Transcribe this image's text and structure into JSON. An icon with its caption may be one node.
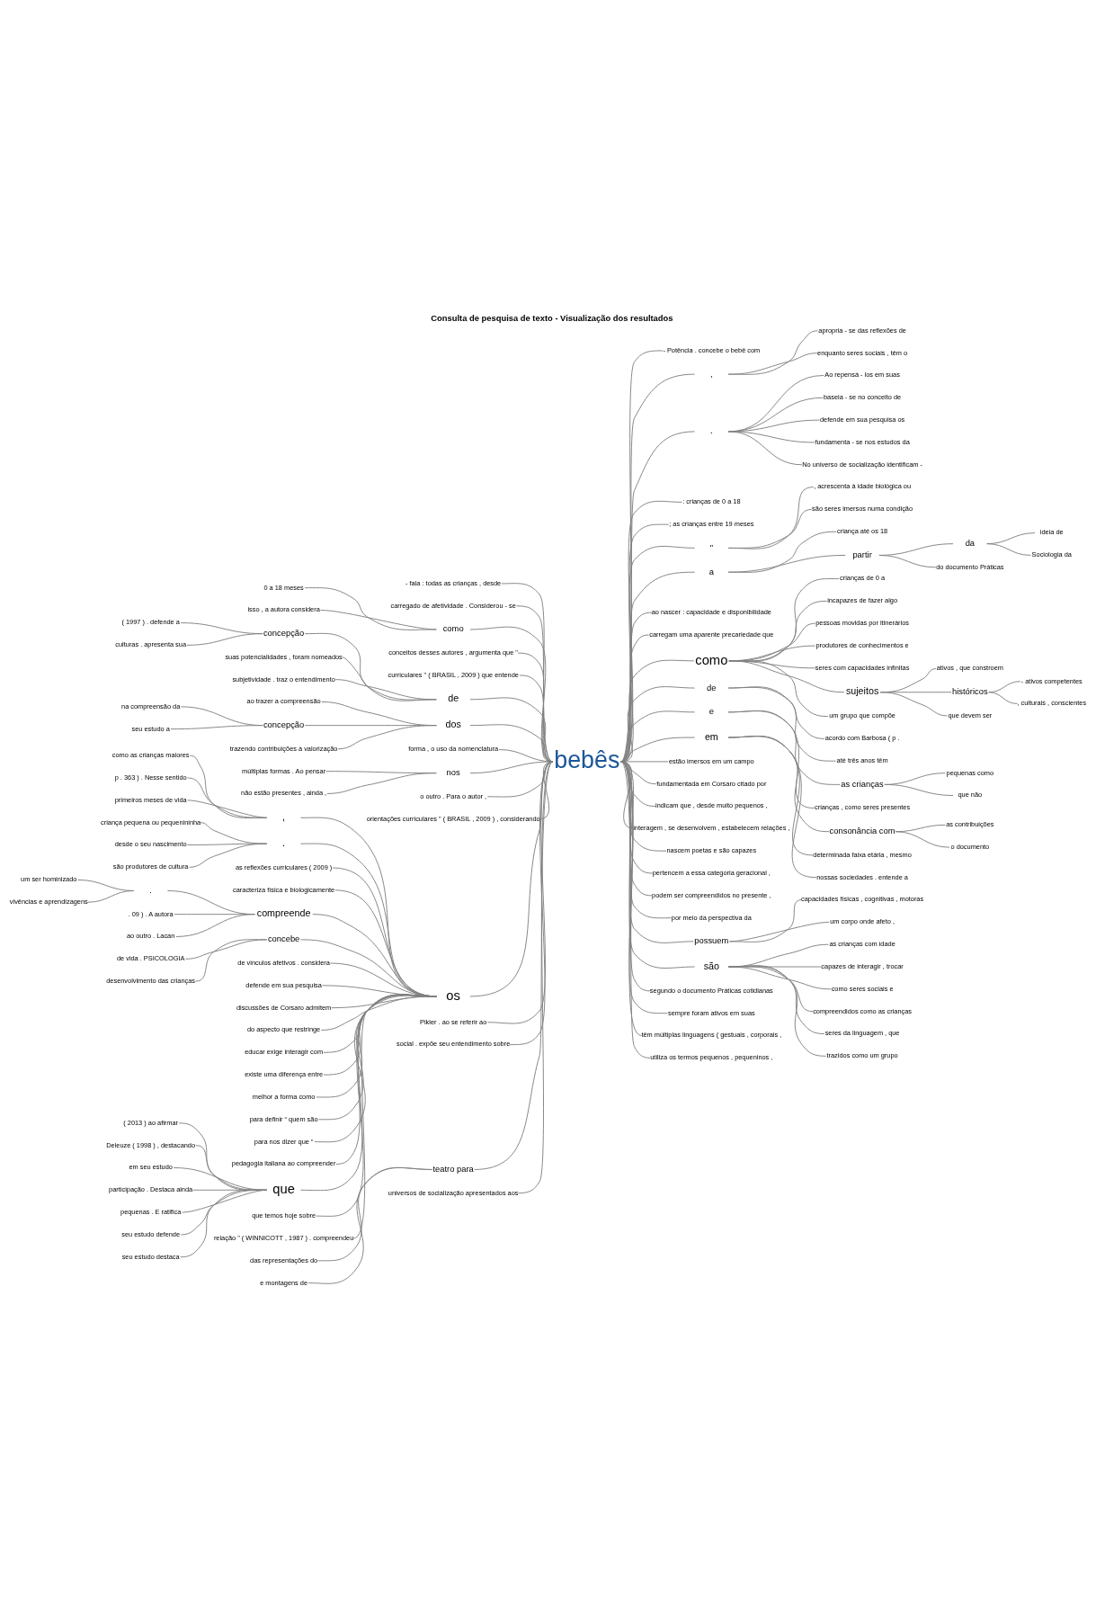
{
  "diagram": {
    "title": "Consulta de pesquisa de texto - Visualização dos resultados",
    "nodes": [
      {
        "text": [
          "bebês"
        ]
      },
      {
        "text": [
          "- fala : todas as crianças , desde"
        ]
      },
      {
        "text": [
          "carregado de afetividade . Considerou - se"
        ]
      },
      {
        "text": [
          "como"
        ]
      },
      {
        "text": [
          "0 a 18 meses"
        ]
      },
      {
        "text": [
          "isso , a autora considera"
        ]
      },
      {
        "text": [
          "conceitos desses autores , argumenta que \""
        ]
      },
      {
        "text": [
          "curriculares \" ( BRASIL , 2009 ) que entende"
        ]
      },
      {
        "text": [
          "de"
        ]
      },
      {
        "text": [
          "concepção"
        ]
      },
      {
        "text": [
          "( 1997 ) . defende a"
        ]
      },
      {
        "text": [
          "culturas . apresenta sua"
        ]
      },
      {
        "text": [
          "suas potencialidades , foram nomeados"
        ]
      },
      {
        "text": [
          "subjetividade . traz o entendimento"
        ]
      },
      {
        "text": [
          "dos"
        ]
      },
      {
        "text": [
          "ao trazer a compreensão"
        ]
      },
      {
        "text": [
          "concepção"
        ]
      },
      {
        "text": [
          "na compreensão da"
        ]
      },
      {
        "text": [
          "seu estudo a"
        ]
      },
      {
        "text": [
          "trazendo contribuições à valorização"
        ]
      },
      {
        "text": [
          "forma , o uso da nomenclatura"
        ]
      },
      {
        "text": [
          "nos"
        ]
      },
      {
        "text": [
          "múltiplas formas . Ao pensar"
        ]
      },
      {
        "text": [
          "não estão presentes , ainda ,"
        ]
      },
      {
        "text": [
          "o outro . Para o autor ,"
        ]
      },
      {
        "text": [
          "orientações curriculares \" ( BRASIL , 2009 ) , considerando"
        ]
      },
      {
        "text": [
          "os"
        ]
      },
      {
        "text": [
          ","
        ]
      },
      {
        "text": [
          "como as crianças maiores"
        ]
      },
      {
        "text": [
          "p . 363 ) . Nesse sentido"
        ]
      },
      {
        "text": [
          "primeiros meses de vida"
        ]
      },
      {
        "text": [
          "."
        ]
      },
      {
        "text": [
          "criança pequena ou pequenininha"
        ]
      },
      {
        "text": [
          "desde o seu nascimento"
        ]
      },
      {
        "text": [
          "são produtores de cultura"
        ]
      },
      {
        "text": [
          "as reflexões curriculares ( 2009 )"
        ]
      },
      {
        "text": [
          "caracteriza física e biologicamente"
        ]
      },
      {
        "text": [
          "compreende"
        ]
      },
      {
        "text": [
          "."
        ]
      },
      {
        "text": [
          "um ser hominizado"
        ]
      },
      {
        "text": [
          "vivências e aprendizagens"
        ]
      },
      {
        "text": [
          ". 09 ) . A autora"
        ]
      },
      {
        "text": [
          "ao outro . Lacan"
        ]
      },
      {
        "text": [
          "concebe"
        ]
      },
      {
        "text": [
          "de vida . PSICOLOGIA"
        ]
      },
      {
        "text": [
          "desenvolvimento das crianças"
        ]
      },
      {
        "text": [
          "de vinculos afetivos . considera"
        ]
      },
      {
        "text": [
          "defende em sua pesquisa"
        ]
      },
      {
        "text": [
          "discussões de Corsaro admitem"
        ]
      },
      {
        "text": [
          "do aspecto que restringe"
        ]
      },
      {
        "text": [
          "educar exige interagir com"
        ]
      },
      {
        "text": [
          "existe uma diferença entre"
        ]
      },
      {
        "text": [
          "melhor a forma como"
        ]
      },
      {
        "text": [
          "para definir “ quem são"
        ]
      },
      {
        "text": [
          "para nos dizer que “"
        ]
      },
      {
        "text": [
          "pedagogia italiana ao compreender"
        ]
      },
      {
        "text": [
          "que"
        ]
      },
      {
        "text": [
          "( 2013 ) ao afirmar"
        ]
      },
      {
        "text": [
          "Deleuze ( 1998 ) , destacando"
        ]
      },
      {
        "text": [
          "em seu estudo"
        ]
      },
      {
        "text": [
          "participação . Destaca ainda"
        ]
      },
      {
        "text": [
          "pequenas . E ratifica"
        ]
      },
      {
        "text": [
          "seu estudo defende"
        ]
      },
      {
        "text": [
          "seu estudo destaca"
        ]
      },
      {
        "text": [
          "que temos hoje sobre"
        ]
      },
      {
        "text": [
          "relação \" ( WINNICOTT , 1987 ) . compreendeu"
        ]
      },
      {
        "text": [
          "Pikler . ao se referir ao"
        ]
      },
      {
        "text": [
          "social . expõe seu entendimento sobre"
        ]
      },
      {
        "text": [
          "teatro para"
        ]
      },
      {
        "text": [
          "das representações do"
        ]
      },
      {
        "text": [
          "e montagens de"
        ]
      },
      {
        "text": [
          "universos de socialização apresentados aos"
        ]
      },
      {
        "text": [
          "- Potência . concebe o bebê com"
        ]
      },
      {
        "text": [
          ","
        ]
      },
      {
        "text": [
          "apropria - se das reflexões de"
        ]
      },
      {
        "text": [
          "enquanto seres sociais , têm o"
        ]
      },
      {
        "text": [
          "."
        ]
      },
      {
        "text": [
          "Ao repensá - los em suas"
        ]
      },
      {
        "text": [
          "baseia - se no conceito de"
        ]
      },
      {
        "text": [
          "defende em sua pesquisa os"
        ]
      },
      {
        "text": [
          "fundamenta - se nos estudos da"
        ]
      },
      {
        "text": [
          "No universo de socialização identificam -"
        ]
      },
      {
        "text": [
          ": crianças de 0 a 18"
        ]
      },
      {
        "text": [
          "; as crianças entre 19 meses"
        ]
      },
      {
        "text": [
          "\""
        ]
      },
      {
        "text": [
          ", acrescenta à idade biológica ou"
        ]
      },
      {
        "text": [
          "são seres imersos numa condição"
        ]
      },
      {
        "text": [
          "a"
        ]
      },
      {
        "text": [
          "criança até os 18"
        ]
      },
      {
        "text": [
          "partir"
        ]
      },
      {
        "text": [
          "da"
        ]
      },
      {
        "text": [
          "ideia de"
        ]
      },
      {
        "text": [
          "Sociologia da"
        ]
      },
      {
        "text": [
          "do documento Práticas"
        ]
      },
      {
        "text": [
          "ao nascer : capacidade e disponibilidade"
        ]
      },
      {
        "text": [
          "carregam uma aparente precariedade que"
        ]
      },
      {
        "text": [
          "como"
        ]
      },
      {
        "text": [
          "crianças de 0 a"
        ]
      },
      {
        "text": [
          "incapazes de fazer algo"
        ]
      },
      {
        "text": [
          "pessoas movidas por itinerários"
        ]
      },
      {
        "text": [
          "produtores de conhecimentos e"
        ]
      },
      {
        "text": [
          "seres com capacidades infinitas"
        ]
      },
      {
        "text": [
          "sujeitos"
        ]
      },
      {
        "text": [
          "ativos , que constroem"
        ]
      },
      {
        "text": [
          "históricos"
        ]
      },
      {
        "text": [
          "- ativos competentes"
        ]
      },
      {
        "text": [
          ", culturais , conscientes"
        ]
      },
      {
        "text": [
          "que devem ser"
        ]
      },
      {
        "text": [
          "um grupo que compõe"
        ]
      },
      {
        "text": [
          "de"
        ]
      },
      {
        "text": [
          "acordo com Barbosa ( p ."
        ]
      },
      {
        "text": [
          "até três anos têm"
        ]
      },
      {
        "text": [
          "e"
        ]
      },
      {
        "text": [
          "as crianças"
        ]
      },
      {
        "text": [
          "pequenas como"
        ]
      },
      {
        "text": [
          "que não"
        ]
      },
      {
        "text": [
          "crianças , como seres presentes"
        ]
      },
      {
        "text": [
          "em"
        ]
      },
      {
        "text": [
          "consonância com"
        ]
      },
      {
        "text": [
          "as contribuições"
        ]
      },
      {
        "text": [
          "o documento"
        ]
      },
      {
        "text": [
          "determinada faixa etária , mesmo"
        ]
      },
      {
        "text": [
          "nossas sociedades . entende a"
        ]
      },
      {
        "text": [
          "estão imersos em um campo"
        ]
      },
      {
        "text": [
          "fundamentada em Corsaro citado por"
        ]
      },
      {
        "text": [
          "indicam que , desde muito pequenos ,"
        ]
      },
      {
        "text": [
          "interagem , se desenvolvem , estabelecem relações ,"
        ]
      },
      {
        "text": [
          "nascem poetas e são capazes"
        ]
      },
      {
        "text": [
          "pertencem a essa categoria geracional ,"
        ]
      },
      {
        "text": [
          "podem ser compreendidos no presente ,"
        ]
      },
      {
        "text": [
          "por meio da perspectiva da"
        ]
      },
      {
        "text": [
          "possuem"
        ]
      },
      {
        "text": [
          "capacidades físicas , cognitivas , motoras"
        ]
      },
      {
        "text": [
          "um corpo onde afeto ,"
        ]
      },
      {
        "text": [
          "são"
        ]
      },
      {
        "text": [
          "as crianças com idade"
        ]
      },
      {
        "text": [
          "capazes de interagir , trocar"
        ]
      },
      {
        "text": [
          "como seres sociais e"
        ]
      },
      {
        "text": [
          "compreendidos como as crianças"
        ]
      },
      {
        "text": [
          "seres da linguagem , que"
        ]
      },
      {
        "text": [
          "trazidos como um grupo"
        ]
      },
      {
        "text": [
          "segundo o documento Práticas cotidianas"
        ]
      },
      {
        "text": [
          "sempre foram ativos em suas"
        ]
      },
      {
        "text": [
          "têm múltiplas linguagens ( gestuais , corporais ,"
        ]
      },
      {
        "text": [
          "utiliza os termos pequenos , pequeninos ,"
        ]
      }
    ],
    "edges": [
      {
        "from": 1,
        "to": 0,
        "arrow": "none"
      },
      {
        "from": 2,
        "to": 0,
        "arrow": "none"
      },
      {
        "from": 3,
        "to": 0,
        "arrow": "none"
      },
      {
        "from": 4,
        "to": 3,
        "arrow": "none"
      },
      {
        "from": 5,
        "to": 3,
        "arrow": "none"
      },
      {
        "from": 6,
        "to": 0,
        "arrow": "none"
      },
      {
        "from": 7,
        "to": 0,
        "arrow": "none"
      },
      {
        "from": 8,
        "to": 0,
        "arrow": "none"
      },
      {
        "from": 9,
        "to": 8,
        "arrow": "none"
      },
      {
        "from": 10,
        "to": 9,
        "arrow": "none"
      },
      {
        "from": 11,
        "to": 9,
        "arrow": "none"
      },
      {
        "from": 12,
        "to": 8,
        "arrow": "none"
      },
      {
        "from": 13,
        "to": 8,
        "arrow": "none"
      },
      {
        "from": 14,
        "to": 0,
        "arrow": "none"
      },
      {
        "from": 15,
        "to": 14,
        "arrow": "none"
      },
      {
        "from": 16,
        "to": 14,
        "arrow": "none"
      },
      {
        "from": 17,
        "to": 16,
        "arrow": "none"
      },
      {
        "from": 18,
        "to": 16,
        "arrow": "none"
      },
      {
        "from": 19,
        "to": 14,
        "arrow": "none"
      },
      {
        "from": 20,
        "to": 0,
        "arrow": "none"
      },
      {
        "from": 21,
        "to": 0,
        "arrow": "none"
      },
      {
        "from": 22,
        "to": 21,
        "arrow": "none"
      },
      {
        "from": 23,
        "to": 21,
        "arrow": "none"
      },
      {
        "from": 24,
        "to": 0,
        "arrow": "none"
      },
      {
        "from": 25,
        "to": 0,
        "arrow": "none"
      },
      {
        "from": 26,
        "to": 0,
        "arrow": "none"
      },
      {
        "from": 27,
        "to": 26,
        "arrow": "none"
      },
      {
        "from": 28,
        "to": 27,
        "arrow": "none"
      },
      {
        "from": 29,
        "to": 27,
        "arrow": "none"
      },
      {
        "from": 30,
        "to": 27,
        "arrow": "none"
      },
      {
        "from": 31,
        "to": 26,
        "arrow": "none"
      },
      {
        "from": 32,
        "to": 31,
        "arrow": "none"
      },
      {
        "from": 33,
        "to": 31,
        "arrow": "none"
      },
      {
        "from": 34,
        "to": 31,
        "arrow": "none"
      },
      {
        "from": 35,
        "to": 26,
        "arrow": "none"
      },
      {
        "from": 36,
        "to": 26,
        "arrow": "none"
      },
      {
        "from": 37,
        "to": 26,
        "arrow": "none"
      },
      {
        "from": 38,
        "to": 37,
        "arrow": "none"
      },
      {
        "from": 39,
        "to": 38,
        "arrow": "none"
      },
      {
        "from": 40,
        "to": 38,
        "arrow": "none"
      },
      {
        "from": 41,
        "to": 37,
        "arrow": "none"
      },
      {
        "from": 42,
        "to": 37,
        "arrow": "none"
      },
      {
        "from": 43,
        "to": 26,
        "arrow": "none"
      },
      {
        "from": 44,
        "to": 43,
        "arrow": "none"
      },
      {
        "from": 45,
        "to": 43,
        "arrow": "none"
      },
      {
        "from": 46,
        "to": 26,
        "arrow": "none"
      },
      {
        "from": 47,
        "to": 26,
        "arrow": "none"
      },
      {
        "from": 48,
        "to": 26,
        "arrow": "none"
      },
      {
        "from": 49,
        "to": 26,
        "arrow": "none"
      },
      {
        "from": 50,
        "to": 26,
        "arrow": "none"
      },
      {
        "from": 51,
        "to": 26,
        "arrow": "none"
      },
      {
        "from": 52,
        "to": 26,
        "arrow": "none"
      },
      {
        "from": 53,
        "to": 26,
        "arrow": "none"
      },
      {
        "from": 54,
        "to": 26,
        "arrow": "none"
      },
      {
        "from": 55,
        "to": 26,
        "arrow": "none"
      },
      {
        "from": 56,
        "to": 26,
        "arrow": "none"
      },
      {
        "from": 57,
        "to": 56,
        "arrow": "none"
      },
      {
        "from": 58,
        "to": 56,
        "arrow": "none"
      },
      {
        "from": 59,
        "to": 56,
        "arrow": "none"
      },
      {
        "from": 60,
        "to": 56,
        "arrow": "none"
      },
      {
        "from": 61,
        "to": 56,
        "arrow": "none"
      },
      {
        "from": 62,
        "to": 56,
        "arrow": "none"
      },
      {
        "from": 63,
        "to": 56,
        "arrow": "none"
      },
      {
        "from": 64,
        "to": 26,
        "arrow": "none"
      },
      {
        "from": 65,
        "to": 26,
        "arrow": "none"
      },
      {
        "from": 66,
        "to": 0,
        "arrow": "none"
      },
      {
        "from": 67,
        "to": 0,
        "arrow": "none"
      },
      {
        "from": 68,
        "to": 0,
        "arrow": "none"
      },
      {
        "from": 69,
        "to": 68,
        "arrow": "none"
      },
      {
        "from": 70,
        "to": 68,
        "arrow": "none"
      },
      {
        "from": 71,
        "to": 0,
        "arrow": "none"
      },
      {
        "from": 0,
        "to": 72,
        "arrow": "none"
      },
      {
        "from": 0,
        "to": 73,
        "arrow": "none"
      },
      {
        "from": 73,
        "to": 74,
        "arrow": "none"
      },
      {
        "from": 73,
        "to": 75,
        "arrow": "none"
      },
      {
        "from": 0,
        "to": 76,
        "arrow": "none"
      },
      {
        "from": 76,
        "to": 77,
        "arrow": "none"
      },
      {
        "from": 76,
        "to": 78,
        "arrow": "none"
      },
      {
        "from": 76,
        "to": 79,
        "arrow": "none"
      },
      {
        "from": 76,
        "to": 80,
        "arrow": "none"
      },
      {
        "from": 76,
        "to": 81,
        "arrow": "none"
      },
      {
        "from": 0,
        "to": 82,
        "arrow": "none"
      },
      {
        "from": 0,
        "to": 83,
        "arrow": "none"
      },
      {
        "from": 0,
        "to": 84,
        "arrow": "none"
      },
      {
        "from": 84,
        "to": 85,
        "arrow": "none"
      },
      {
        "from": 84,
        "to": 86,
        "arrow": "none"
      },
      {
        "from": 0,
        "to": 87,
        "arrow": "none"
      },
      {
        "from": 87,
        "to": 88,
        "arrow": "none"
      },
      {
        "from": 87,
        "to": 89,
        "arrow": "none"
      },
      {
        "from": 89,
        "to": 90,
        "arrow": "none"
      },
      {
        "from": 90,
        "to": 91,
        "arrow": "none"
      },
      {
        "from": 90,
        "to": 92,
        "arrow": "none"
      },
      {
        "from": 89,
        "to": 93,
        "arrow": "none"
      },
      {
        "from": 0,
        "to": 94,
        "arrow": "none"
      },
      {
        "from": 0,
        "to": 95,
        "arrow": "none"
      },
      {
        "from": 0,
        "to": 96,
        "arrow": "none"
      },
      {
        "from": 96,
        "to": 97,
        "arrow": "none"
      },
      {
        "from": 96,
        "to": 98,
        "arrow": "none"
      },
      {
        "from": 96,
        "to": 99,
        "arrow": "none"
      },
      {
        "from": 96,
        "to": 100,
        "arrow": "none"
      },
      {
        "from": 96,
        "to": 101,
        "arrow": "none"
      },
      {
        "from": 96,
        "to": 102,
        "arrow": "none"
      },
      {
        "from": 102,
        "to": 103,
        "arrow": "none"
      },
      {
        "from": 102,
        "to": 104,
        "arrow": "none"
      },
      {
        "from": 104,
        "to": 105,
        "arrow": "none"
      },
      {
        "from": 104,
        "to": 106,
        "arrow": "none"
      },
      {
        "from": 102,
        "to": 107,
        "arrow": "none"
      },
      {
        "from": 96,
        "to": 108,
        "arrow": "none"
      },
      {
        "from": 0,
        "to": 109,
        "arrow": "none"
      },
      {
        "from": 109,
        "to": 110,
        "arrow": "none"
      },
      {
        "from": 109,
        "to": 111,
        "arrow": "none"
      },
      {
        "from": 0,
        "to": 112,
        "arrow": "none"
      },
      {
        "from": 112,
        "to": 113,
        "arrow": "none"
      },
      {
        "from": 113,
        "to": 114,
        "arrow": "none"
      },
      {
        "from": 113,
        "to": 115,
        "arrow": "none"
      },
      {
        "from": 112,
        "to": 116,
        "arrow": "none"
      },
      {
        "from": 0,
        "to": 117,
        "arrow": "none"
      },
      {
        "from": 117,
        "to": 118,
        "arrow": "none"
      },
      {
        "from": 118,
        "to": 119,
        "arrow": "none"
      },
      {
        "from": 118,
        "to": 120,
        "arrow": "none"
      },
      {
        "from": 117,
        "to": 121,
        "arrow": "none"
      },
      {
        "from": 117,
        "to": 122,
        "arrow": "none"
      },
      {
        "from": 0,
        "to": 123,
        "arrow": "none"
      },
      {
        "from": 0,
        "to": 124,
        "arrow": "none"
      },
      {
        "from": 0,
        "to": 125,
        "arrow": "none"
      },
      {
        "from": 0,
        "to": 126,
        "arrow": "none"
      },
      {
        "from": 0,
        "to": 127,
        "arrow": "none"
      },
      {
        "from": 0,
        "to": 128,
        "arrow": "none"
      },
      {
        "from": 0,
        "to": 129,
        "arrow": "none"
      },
      {
        "from": 0,
        "to": 130,
        "arrow": "none"
      },
      {
        "from": 0,
        "to": 131,
        "arrow": "none"
      },
      {
        "from": 131,
        "to": 132,
        "arrow": "none"
      },
      {
        "from": 131,
        "to": 133,
        "arrow": "none"
      },
      {
        "from": 0,
        "to": 134,
        "arrow": "none"
      },
      {
        "from": 134,
        "to": 135,
        "arrow": "none"
      },
      {
        "from": 134,
        "to": 136,
        "arrow": "none"
      },
      {
        "from": 134,
        "to": 137,
        "arrow": "none"
      },
      {
        "from": 134,
        "to": 138,
        "arrow": "none"
      },
      {
        "from": 134,
        "to": 139,
        "arrow": "none"
      },
      {
        "from": 134,
        "to": 140,
        "arrow": "none"
      },
      {
        "from": 0,
        "to": 141,
        "arrow": "none"
      },
      {
        "from": 0,
        "to": 142,
        "arrow": "none"
      },
      {
        "from": 0,
        "to": 143,
        "arrow": "none"
      },
      {
        "from": 0,
        "to": 144,
        "arrow": "none"
      }
    ]
  }
}
